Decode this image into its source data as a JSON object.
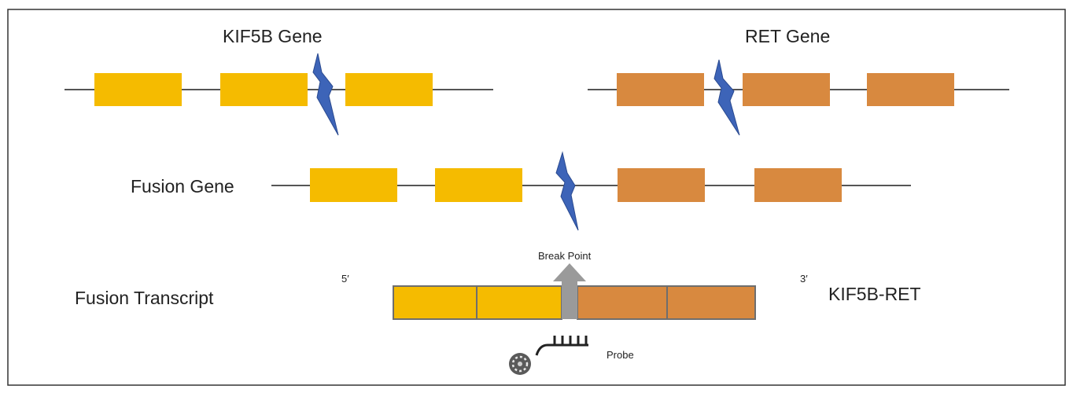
{
  "labels": {
    "kif5b_gene": "KIF5B Gene",
    "ret_gene": "RET Gene",
    "fusion_gene": "Fusion Gene",
    "fusion_transcript": "Fusion Transcript",
    "break_point": "Break Point",
    "five_prime": "5′",
    "three_prime": "3′",
    "fusion_name": "KIF5B-RET",
    "probe": "Probe"
  },
  "colors": {
    "kif5b_exon": "#f5bb00",
    "ret_exon": "#d8893f",
    "gene_line": "#555555",
    "break_bolt": "#3d64b8",
    "break_arrow": "#9a9a9a",
    "transcript_border": "#6e6e6e",
    "frame_border": "#333333"
  },
  "icons": {
    "break_marker": "lightning-bolt-icon",
    "break_point_arrow": "up-arrow-icon",
    "probe": "probe-icon",
    "fluorophore": "fluorophore-icon"
  }
}
